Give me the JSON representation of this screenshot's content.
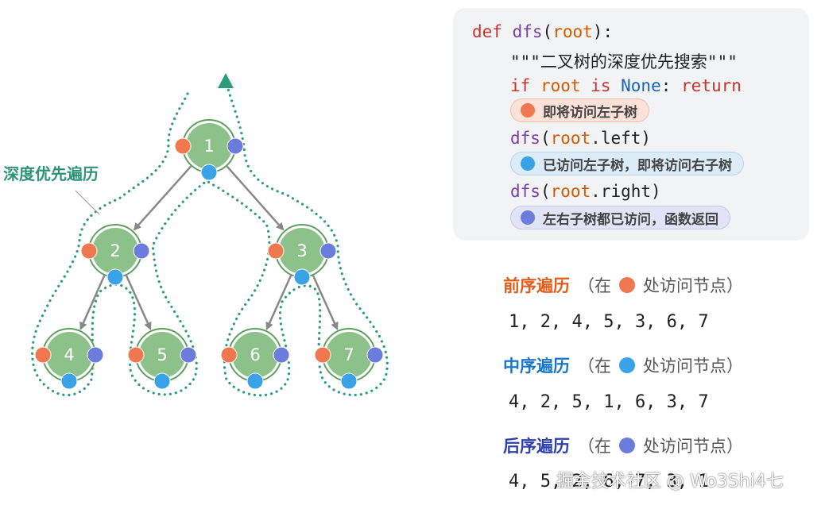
{
  "tree": {
    "label": "深度优先遍历",
    "nodes": [
      {
        "id": "1",
        "value": "1"
      },
      {
        "id": "2",
        "value": "2"
      },
      {
        "id": "3",
        "value": "3"
      },
      {
        "id": "4",
        "value": "4"
      },
      {
        "id": "5",
        "value": "5"
      },
      {
        "id": "6",
        "value": "6"
      },
      {
        "id": "7",
        "value": "7"
      }
    ],
    "edges": [
      [
        "1",
        "2"
      ],
      [
        "1",
        "3"
      ],
      [
        "2",
        "4"
      ],
      [
        "2",
        "5"
      ],
      [
        "3",
        "6"
      ],
      [
        "3",
        "7"
      ]
    ],
    "colors": {
      "node_fill": "#8dc18a",
      "node_ring": "#5e9f60",
      "edge": "#888888",
      "path": "#2e9c7c",
      "pre_dot": "#f07850",
      "in_dot": "#3aa3e8",
      "post_dot": "#6c7cdc"
    }
  },
  "code": {
    "line1": {
      "kw": "def",
      "fn": "dfs",
      "open": "(",
      "param": "root",
      "close": "):"
    },
    "line2": "\"\"\"二叉树的深度优先搜索\"\"\"",
    "line3": {
      "kw1": "if",
      "param": "root",
      "kw2": "is",
      "none": "None",
      "colon": ":",
      "kw3": "return"
    },
    "pill1": "即将访问左子树",
    "line4": {
      "fn": "dfs",
      "open": "(",
      "param": "root",
      "rest": ".left)"
    },
    "pill2": "已访问左子树，即将访问右子树",
    "line5": {
      "fn": "dfs",
      "open": "(",
      "param": "root",
      "rest": ".right)"
    },
    "pill3": "左右子树都已访问，函数返回"
  },
  "orders": [
    {
      "title": "前序遍历",
      "prefix": "（在",
      "suffix": "处访问节点）",
      "sequence": "1, 2, 4, 5, 3, 6, 7",
      "color": "#e35d1a",
      "dot": "#f07850"
    },
    {
      "title": "中序遍历",
      "prefix": "（在",
      "suffix": "处访问节点）",
      "sequence": "4, 2, 5, 1, 6, 3, 7",
      "color": "#1976c8",
      "dot": "#3aa3e8"
    },
    {
      "title": "后序遍历",
      "prefix": "（在",
      "suffix": "处访问节点）",
      "sequence": "4, 5, 2, 6, 7, 3, 1",
      "color": "#2e3fae",
      "dot": "#6c7cdc"
    }
  ],
  "watermark": "掘金技术社区 @ Wo3Shi4七"
}
